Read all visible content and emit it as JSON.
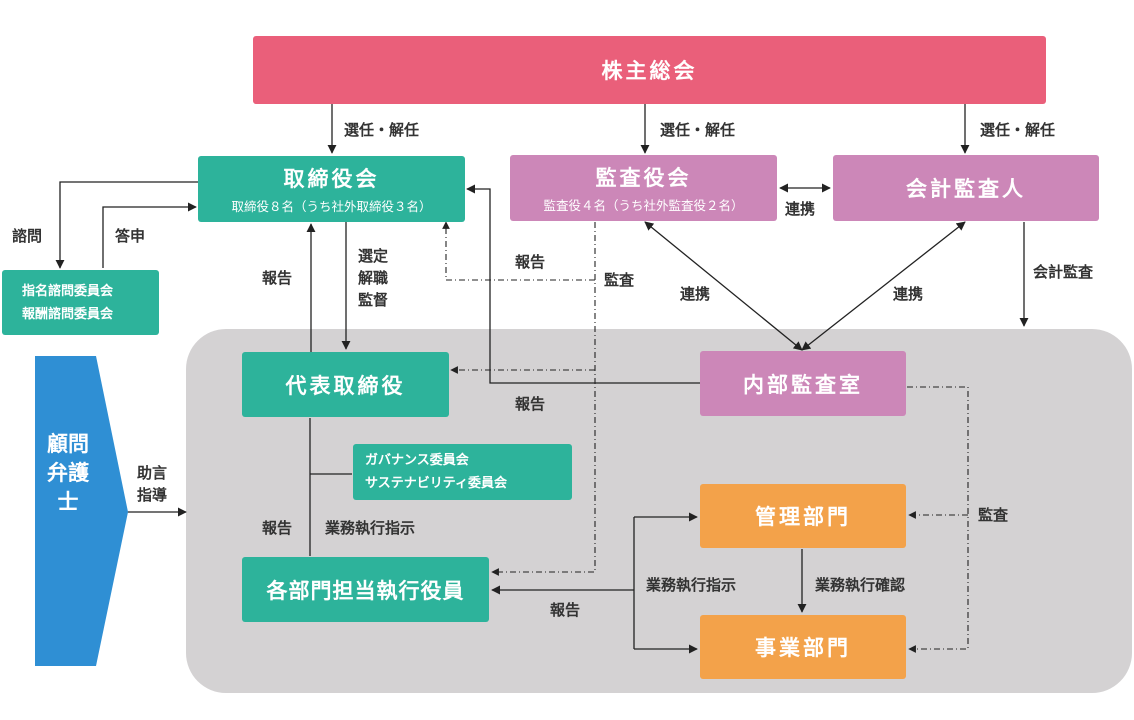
{
  "shareholders_meeting": "株主総会",
  "board": {
    "title": "取締役会",
    "sub": "取締役８名（うち社外取締役３名）"
  },
  "auditors_board": {
    "title": "監査役会",
    "sub": "監査役４名（うち社外監査役２名）"
  },
  "accounting_auditor": "会計監査人",
  "committees_left": [
    "指名諮問委員会",
    "報酬諮問委員会"
  ],
  "representative": "代表取締役",
  "internal_audit": "内部監査室",
  "committees_mid": [
    "ガバナンス委員会",
    "サステナビリティ委員会"
  ],
  "executive_officers": "各部門担当執行役員",
  "admin_dept": "管理部門",
  "business_dept": "事業部門",
  "legal_advisor": "顧問弁護士",
  "labels": {
    "appoint_dismiss": "選任・解任",
    "consult": "諮問",
    "report_back": "答申",
    "report": "報告",
    "select": "選定",
    "dismiss": "解職",
    "supervise": "監督",
    "audit": "監査",
    "cooperate": "連携",
    "accounting_audit": "会計監査",
    "advice": "助言",
    "guidance": "指導",
    "business_instruction": "業務執行指示",
    "business_confirm": "業務執行確認"
  },
  "colors": {
    "shareholders": "#ea5f7a",
    "board": "#2db39b",
    "auditors": "#cc87b8",
    "departments": "#f3a24a",
    "advisor": "#2f8fd4",
    "area": "#d4d2d3"
  }
}
